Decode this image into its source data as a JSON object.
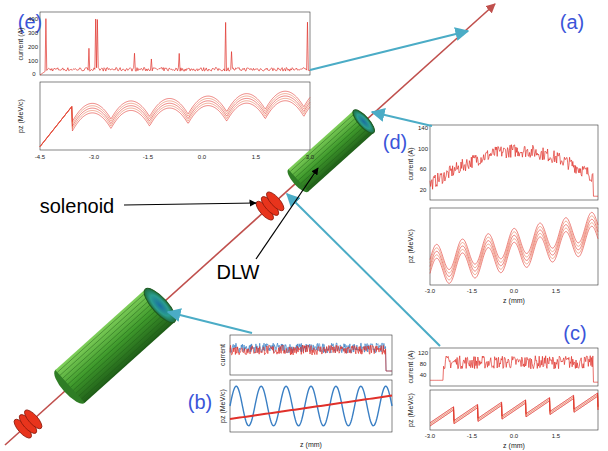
{
  "diagram": {
    "labels": [
      "(e)",
      "current (A)",
      "400",
      "300",
      "200",
      "100",
      "0",
      "pz (MeV/c)",
      "-4.5",
      "-3.0",
      "-1.5",
      "0.0",
      "1.5",
      "3.0",
      "(a)",
      "(d)",
      "current (A)",
      "140",
      "100",
      "60",
      "20",
      "pz (MeV/c)",
      "-3.0",
      "-1.5",
      "0.0",
      "1.5",
      "z (mm)",
      "(c)",
      "current (A)",
      "120",
      "80",
      "40",
      "pz (MeV/c)",
      "-3.0",
      "-1.5",
      "0.0",
      "1.5",
      "z (mm)",
      "solenoid",
      "DLW",
      "(b)",
      "current",
      "pz (MeV/c)",
      "z (mm)"
    ]
  }
}
